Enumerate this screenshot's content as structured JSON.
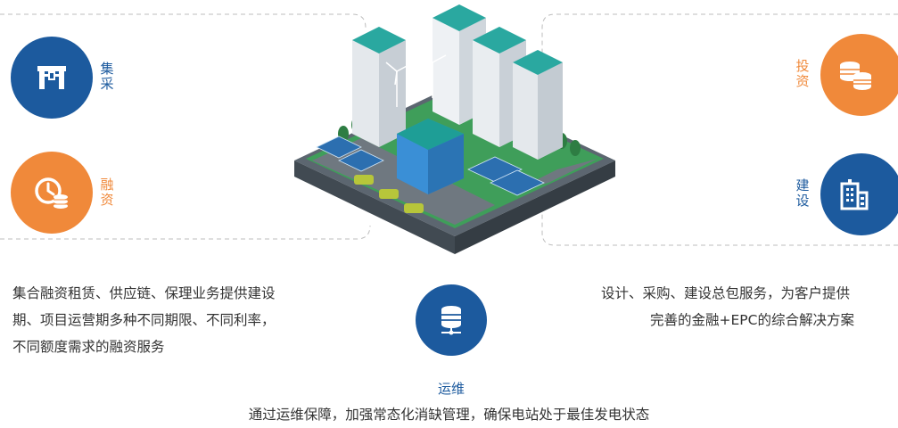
{
  "colors": {
    "blue": "#1c5a9e",
    "orange": "#f0893a",
    "text": "#333333",
    "dash": "#bdbdbd"
  },
  "icons": {
    "collect": "truss-icon",
    "finance": "clock-coins-icon",
    "invest": "coin-stack-icon",
    "build": "building-icon",
    "ops": "database-network-icon"
  },
  "left": {
    "collect_label": "集采",
    "finance_label": "融资",
    "description_lines": [
      "集合融资租赁、供应链、保理业务提供建设",
      "期、项目运营期多种不同期限、不同利率，",
      "不同额度需求的融资服务"
    ]
  },
  "right": {
    "invest_label": "投资",
    "build_label": "建设",
    "description_lines": [
      "设计、采购、建设总包服务，为客户提供",
      "完善的金融+EPC的综合解决方案"
    ]
  },
  "center": {
    "ops_label": "运维",
    "ops_description": "通过运维保障，加强常态化消缺管理，确保电站处于最佳发电状态"
  }
}
